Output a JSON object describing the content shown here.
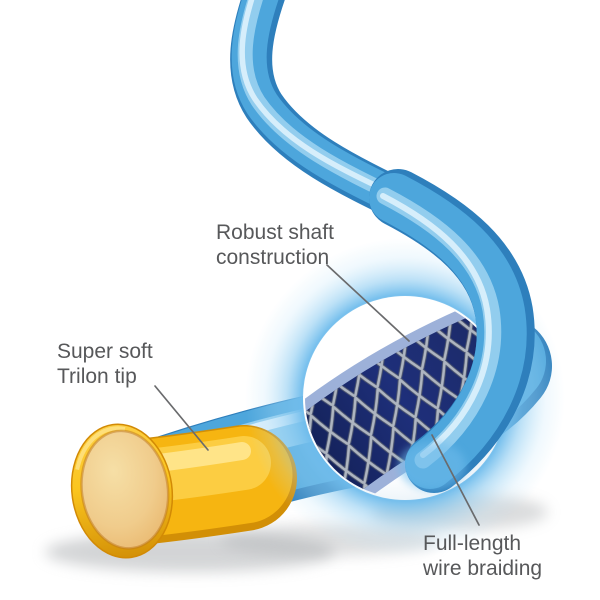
{
  "background": "#ffffff",
  "figure_alt": "Blue S-curved hose with a soft yellow tip and a magnifier circle revealing dark-blue wire braiding under the outer layer",
  "callouts": [
    {
      "id": "robust-shaft",
      "line1": "Robust shaft",
      "line2": "construction"
    },
    {
      "id": "trilon-tip",
      "line1": "Super soft",
      "line2": "Trilon tip"
    },
    {
      "id": "wire-braiding",
      "line1": "Full-length",
      "line2": "wire braiding"
    }
  ],
  "colors": {
    "background": "#ffffff",
    "hose_blue": "#4DA6DC",
    "hose_blue_dark": "#2E7FBC",
    "hose_highlight": "#9AD1EF",
    "hose_gloss": "#E2F3FD",
    "tip_yellow": "#F6B511",
    "tip_yellow_dark": "#D28F06",
    "tip_yellow_light": "#FCCF46",
    "tip_gloss": "#FFE794",
    "tip_mouth_light": "#F6DFA6",
    "tip_mouth_mid": "#E8B469",
    "tip_mouth_dark": "#D89A52",
    "braid_navy": "#1C2A66",
    "braid_navy_deep": "#121F52",
    "braid_edge_blue": "#9DB1D9",
    "wire_silver": "#AEB5C0",
    "wire_shadow": "#47506B",
    "halo_blue": "#6FBCEC",
    "label_text": "#57585A",
    "pointer_line": "#6A6B6D",
    "shadow_gray": "#A8ABAE"
  }
}
